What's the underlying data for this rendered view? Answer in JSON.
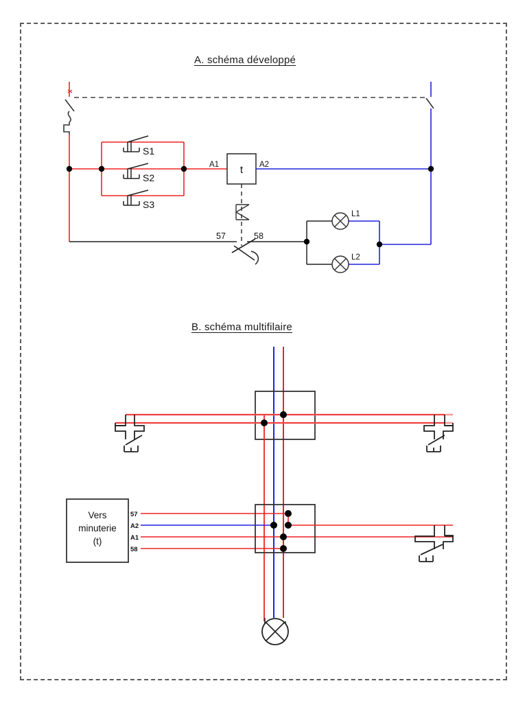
{
  "document": {
    "language": "fr",
    "kind": "electrical-wiring-diagram",
    "sheet_border": "dashed"
  },
  "colors": {
    "line_red": "#ee2222",
    "line_red_pale": "#f79a9a",
    "line_blue": "#2222dd",
    "line_black": "#1a1a1a",
    "border_dashed": "#5a5a5a",
    "node_dot": "#000000",
    "background": "#ffffff"
  },
  "diagram_a": {
    "title": "A. schéma développé",
    "components": {
      "breaker": {
        "name": "disjoncteur",
        "label": ""
      },
      "pushbuttons": [
        {
          "id": "S1",
          "label": "S1",
          "type": "NO-pushbutton"
        },
        {
          "id": "S2",
          "label": "S2",
          "type": "NO-pushbutton"
        },
        {
          "id": "S3",
          "label": "S3",
          "type": "NO-pushbutton"
        }
      ],
      "timer": {
        "label": "t",
        "name": "minuterie",
        "terminal_left": "A1",
        "terminal_right": "A2"
      },
      "timed_contact": {
        "terminal_left": "57",
        "terminal_right": "58",
        "type": "time-delay-contact"
      },
      "lamps": [
        {
          "id": "L1",
          "label": "L1"
        },
        {
          "id": "L2",
          "label": "L2"
        }
      ]
    }
  },
  "diagram_b": {
    "title": "B. schéma multifilaire",
    "components": {
      "timer_box": {
        "line1": "Vers",
        "line2": "minuterie",
        "line3": "(t)"
      },
      "timer_box_terminals": [
        {
          "label": "57",
          "color": "#ee2222"
        },
        {
          "label": "A2",
          "color": "#2222dd"
        },
        {
          "label": "A1",
          "color": "#ee2222"
        },
        {
          "label": "58",
          "color": "#ee2222"
        }
      ],
      "junction_boxes": [
        {
          "id": "box-upper",
          "name": "boite-de-derivation-haut"
        },
        {
          "id": "box-lower",
          "name": "boite-de-derivation-bas"
        }
      ],
      "pushbuttons": [
        {
          "id": "bp-left-upper",
          "name": "bouton-poussoir-gauche-haut"
        },
        {
          "id": "bp-right-upper",
          "name": "bouton-poussoir-droite-haut"
        },
        {
          "id": "bp-right-lower",
          "name": "bouton-poussoir-droite-bas"
        }
      ],
      "lamp": {
        "id": "lamp-b",
        "name": "lampe"
      }
    }
  }
}
